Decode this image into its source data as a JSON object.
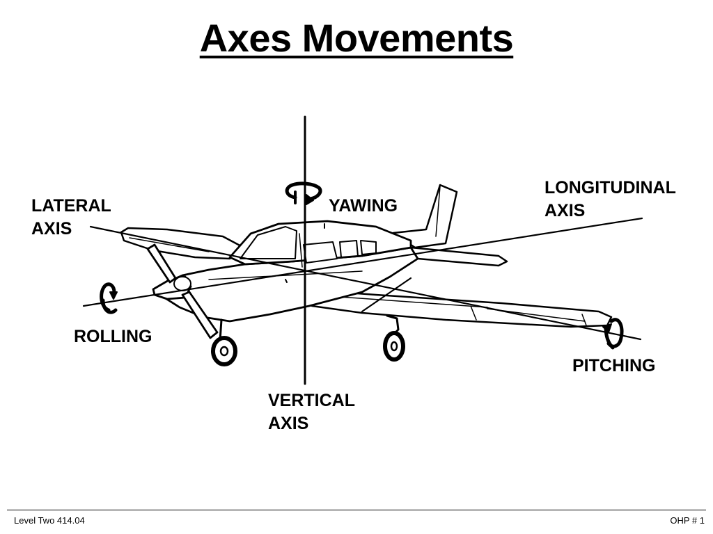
{
  "title": "Axes Movements",
  "labels": {
    "lateral": [
      "LATERAL",
      "AXIS"
    ],
    "yawing": "YAWING",
    "longitudinal": [
      "LONGITUDINAL",
      "AXIS"
    ],
    "rolling": "ROLLING",
    "pitching": "PITCHING",
    "vertical": [
      "VERTICAL",
      "AXIS"
    ]
  },
  "footer": {
    "left": "Level Two 414.04",
    "right": "OHP # 1"
  },
  "colors": {
    "ink": "#000000",
    "background": "#ffffff"
  }
}
